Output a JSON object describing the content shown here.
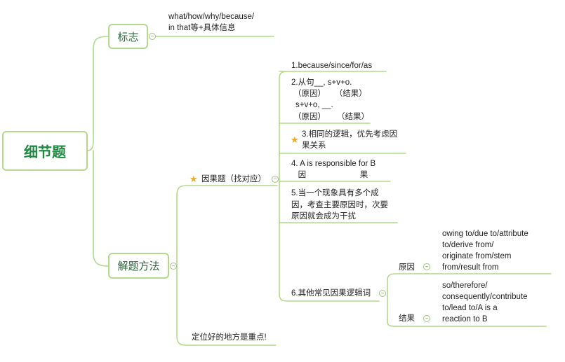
{
  "root": {
    "label": "细节题"
  },
  "sign": {
    "label": "标志",
    "note_line1": "what/how/why/because/",
    "note_line2": "in that等+具体信息"
  },
  "method": {
    "label": "解题方法",
    "cause_effect": {
      "label": "因果题（找对应）",
      "items": [
        {
          "lines": [
            "1.because/since/for/as"
          ]
        },
        {
          "lines": [
            "2.从句__, s+v+o.",
            "（原因）    （结果）",
            "s+v+o, __.",
            "（原因）     （结果）"
          ]
        },
        {
          "lines": [
            "3.相同的逻辑，优先考虑因",
            "果关系"
          ]
        },
        {
          "lines": [
            "4. A is responsible for B",
            "   因                        果"
          ]
        },
        {
          "lines": [
            "5.当一个现象具有多个成",
            "因，考查主要原因时，次要",
            "原因就会成为干扰"
          ]
        },
        {
          "lines": [
            "6.其他常见因果逻辑词"
          ]
        }
      ],
      "other_words": {
        "cause_label": "原因",
        "cause_lines": [
          "owing to/due to/attribute",
          "to/derive from/",
          "originate from/stem",
          "from/result from"
        ],
        "effect_label": "结果",
        "effect_lines": [
          "so/therefore/",
          "consequently/contribute",
          "to/lead to/A is a",
          "reaction to B"
        ]
      }
    },
    "tip": "定位好的地方是重点!"
  },
  "colors": {
    "line": "#b3d98c",
    "root_text": "#1e8a40",
    "star": "#f0a81c"
  },
  "icons": {
    "star": "star-icon",
    "collapse": "collapse-icon"
  }
}
